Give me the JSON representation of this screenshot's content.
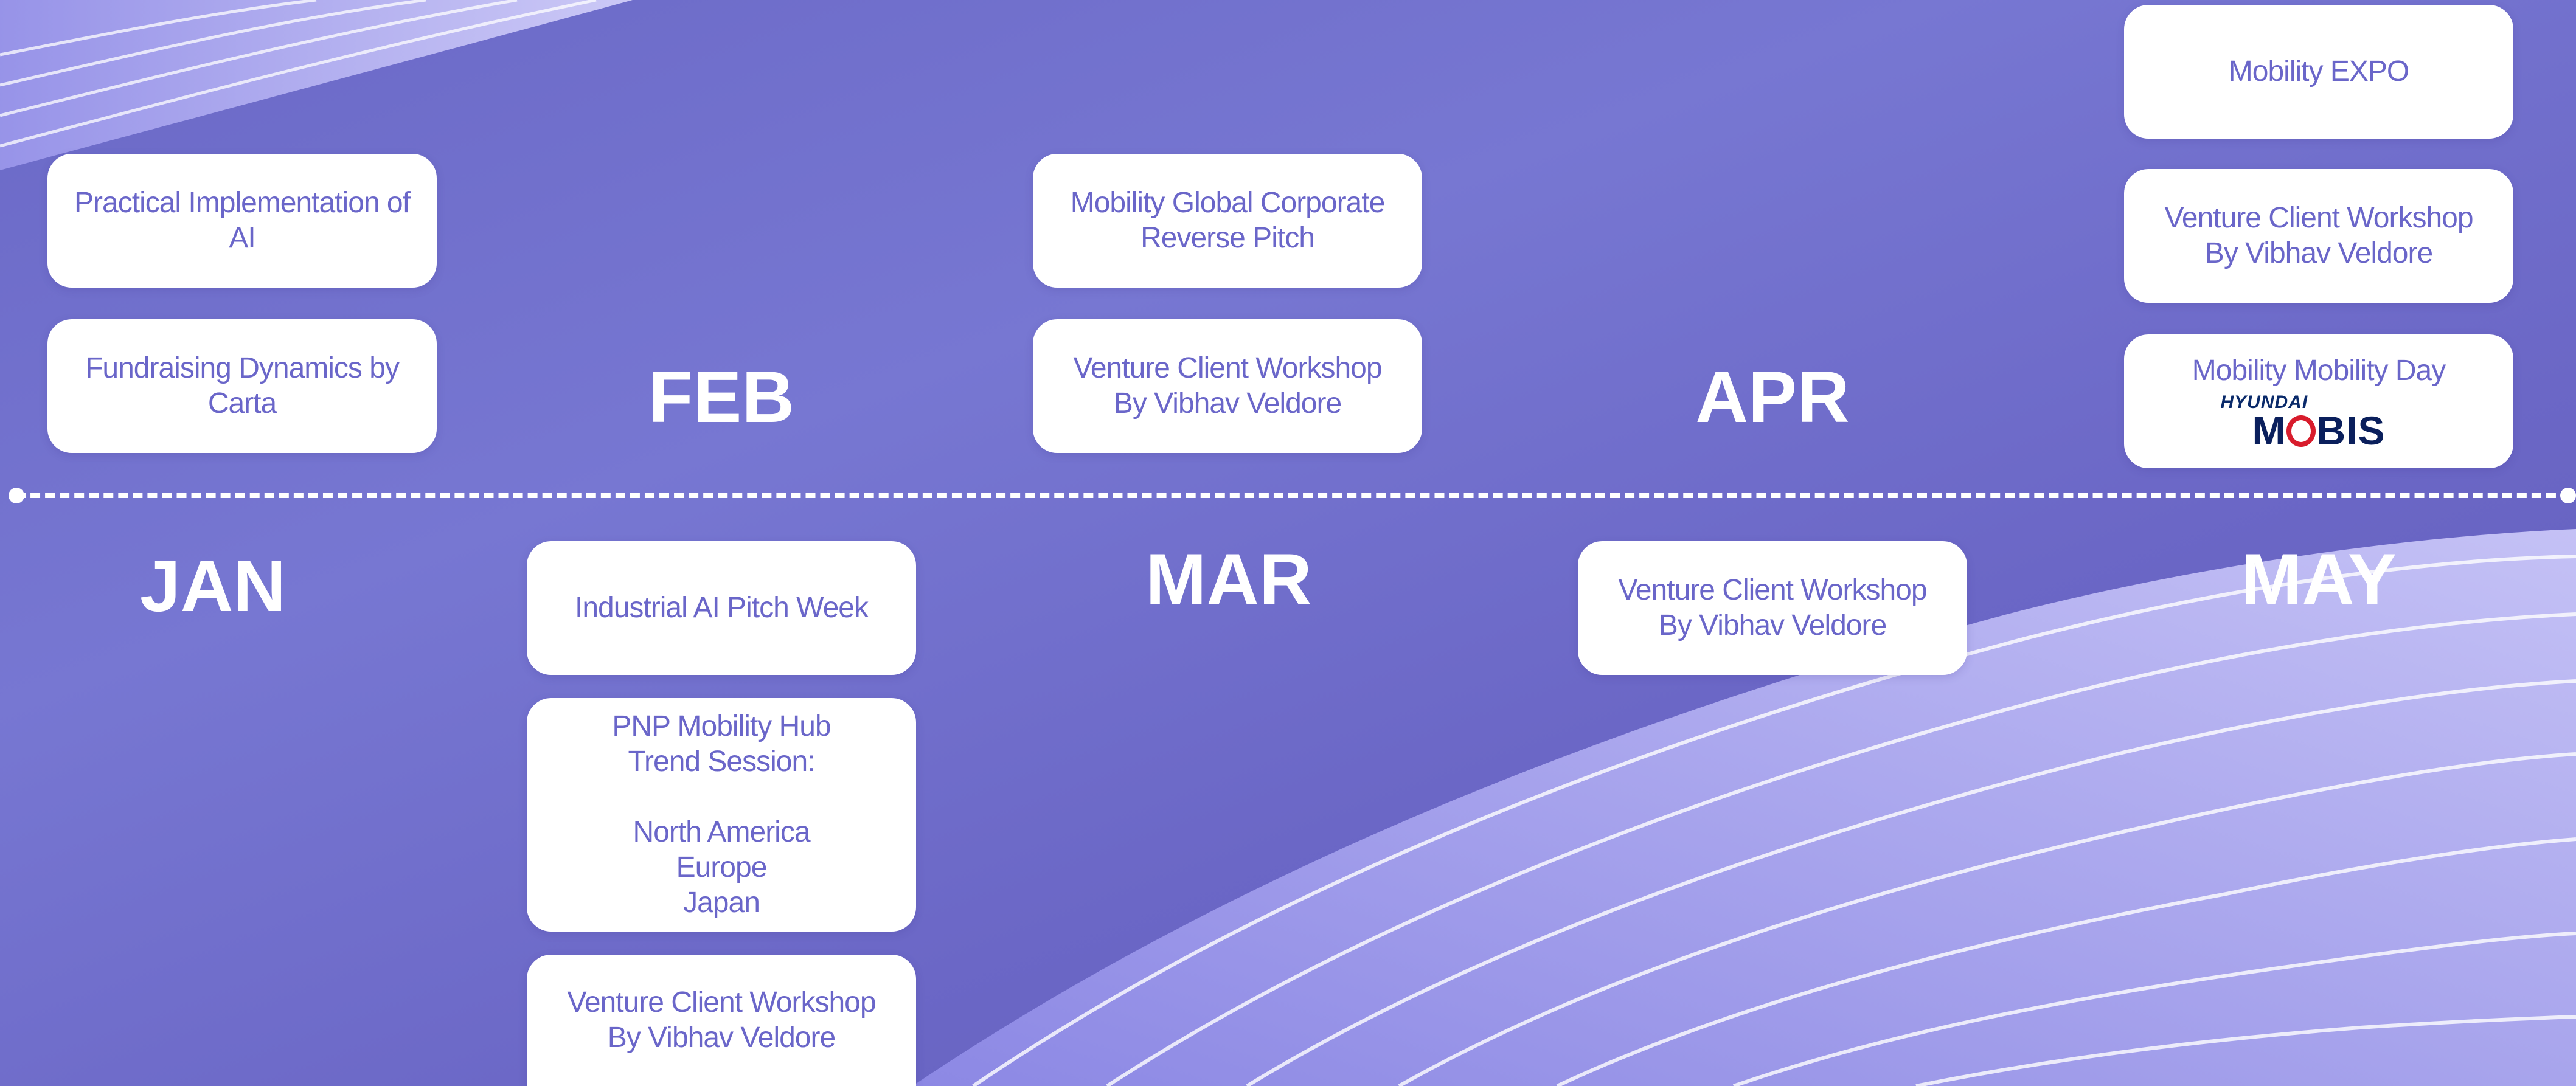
{
  "months": {
    "jan": "JAN",
    "feb": "FEB",
    "mar": "MAR",
    "apr": "APR",
    "may": "MAY"
  },
  "events": {
    "jan_1": [
      "Practical Implementation of",
      "AI"
    ],
    "jan_2": [
      "Fundraising Dynamics by",
      "Carta"
    ],
    "feb_1": [
      "Industrial AI Pitch Week"
    ],
    "feb_2": [
      "PNP Mobility Hub",
      "Trend Session:",
      "",
      "North America",
      "Europe",
      "Japan"
    ],
    "feb_3": [
      "Venture Client Workshop",
      "By Vibhav Veldore"
    ],
    "mar_1": [
      "Mobility Global Corporate",
      "Reverse Pitch"
    ],
    "mar_2": [
      "Venture Client Workshop",
      "By Vibhav Veldore"
    ],
    "apr_1": [
      "Venture Client Workshop",
      "By Vibhav Veldore"
    ],
    "may_1": [
      "Mobility EXPO"
    ],
    "may_2": [
      "Venture Client Workshop",
      "By Vibhav Veldore"
    ],
    "may_3": [
      "Mobility Mobility Day"
    ]
  },
  "logo": {
    "top": "HYUNDAI",
    "main_left": "M",
    "main_right": "BIS",
    "brand_color": "#0a1f5c",
    "accent_color": "#d81c2c"
  },
  "colors": {
    "background": "#7070cc",
    "card_text": "#6a66c9",
    "month_text": "#ffffff"
  }
}
